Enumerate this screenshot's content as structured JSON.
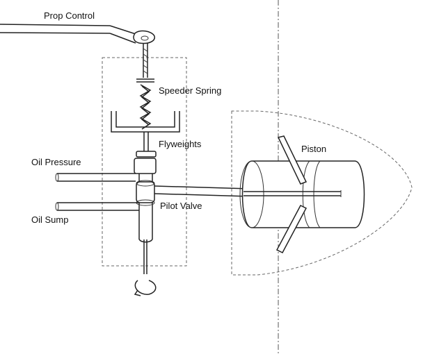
{
  "labels": {
    "prop_control": "Prop Control",
    "speeder_spring": "Speeder Spring",
    "flyweights": "Flyweights",
    "oil_pressure": "Oil Pressure",
    "pilot_valve": "Pilot Valve",
    "oil_sump": "Oil Sump",
    "piston": "Piston"
  }
}
